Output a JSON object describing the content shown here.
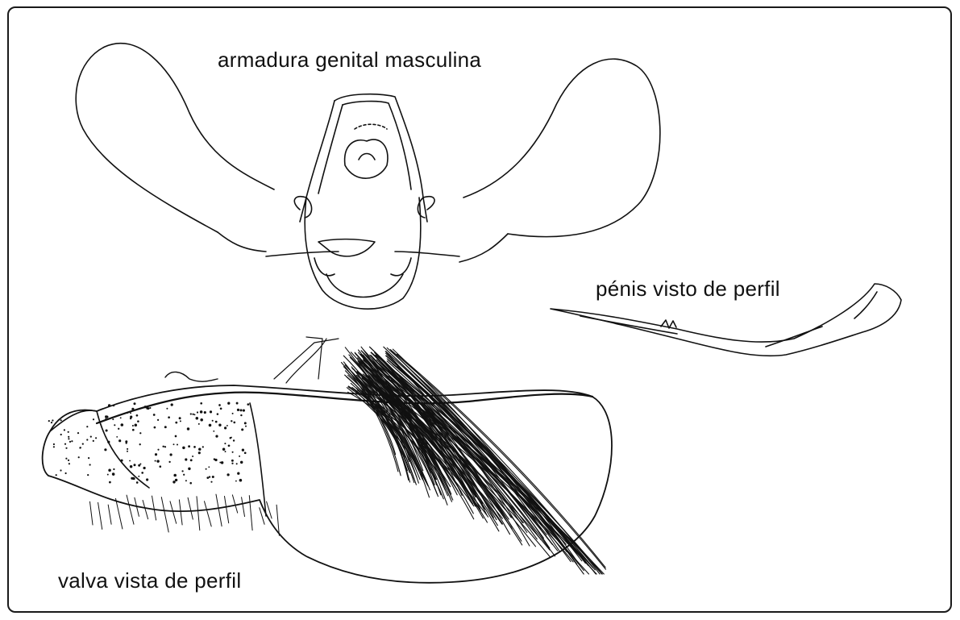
{
  "labels": {
    "genital_armature": "armadura genital masculina",
    "penis_profile": "pénis visto de perfil",
    "valve_profile": "valva vista de perfil"
  },
  "colors": {
    "ink": "#111111",
    "background": "#ffffff"
  }
}
